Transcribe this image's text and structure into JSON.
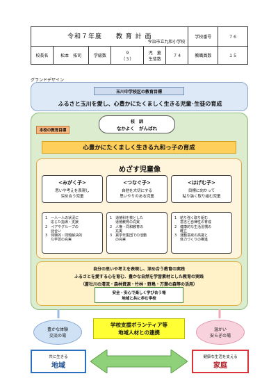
{
  "header": {
    "title": "令和７年度　　教 育 計 画",
    "school": "今治市立九和小学校",
    "school_no_label": "学校番号",
    "school_no": "７６",
    "principal_label": "校長名",
    "principal": "松本　拓司",
    "classes_label": "学級数",
    "classes": "９",
    "classes_sub": "（３）",
    "pupils_label": "児　童",
    "pupils_label2": "生徒数",
    "pupils": "７４",
    "teachers_label": "教職員数",
    "teachers": "１５"
  },
  "design": {
    "label": "グランドデザイン",
    "district_goal_label": "玉川中学校区の教育目標",
    "district_goal": "ふるさと玉川を愛し、心豊かにたくましく生きる児童･生徒の育成",
    "school_goal_label": "本校の教育目標",
    "motto_label": "校　訓",
    "motto": "なかよく　がんばれ",
    "school_goal": "心豊かにたくましく生きる九和っ子の育成",
    "ideal_title": "めざす児童像",
    "ideals": [
      {
        "title": "<みがく子>",
        "lines": [
          "思いや考えを表現し",
          "深め合う児童"
        ],
        "items": [
          "1　一人一人の状況に",
          "応じた指導・支援",
          "2　ペアやグループの",
          "話合い",
          "3　体験的・問題解決的",
          "な学習の充実"
        ]
      },
      {
        "title": "<つなぐ子>",
        "lines": [
          "自他を大切にする",
          "思いやりのある児童"
        ],
        "items": [
          "1　道徳科を核とした",
          "道徳教育の充実",
          "2　人権・同和教育の",
          "充実",
          "3　異学年集団での活動",
          "の充実"
        ]
      },
      {
        "title": "<はげむ子>",
        "lines": [
          "目標に向かって",
          "粘り強く取り組む児童"
        ],
        "items": [
          "1　粘り強く取り組む",
          "意志と自律性の育成",
          "2　健康的な生活習慣の",
          "確立",
          "3　運動意欲の高揚と",
          "体力づくりの推進"
        ]
      }
    ],
    "practice_lines": [
      "自分の思いや考えを表現し、深め合う教育の実践",
      "ふるさとを愛する心を育む、豊かな自然を学習素材とした教育の実践",
      "（蒼社川の清流・森林資源・竹林・野鳥・万葉の森等の活用）"
    ],
    "safe_lines": [
      "安全・安心で楽しく学び合う場",
      "地域と共に歩む学校"
    ],
    "volunteer_lines": [
      "学校支援ボランティア等",
      "地域人材との連携"
    ],
    "left_bubble": [
      "豊かな体験",
      "交流の場"
    ],
    "right_bubble": [
      "温かい",
      "安らぎの場"
    ],
    "community_sub": "共に生きる",
    "community": "地域",
    "home_sub": "健康な生活を支える",
    "home": "家庭"
  },
  "colors": {
    "green_frame": "#dbeccf",
    "district_bg": "#dde9f7",
    "goal_bar": "#ffcf5c",
    "label_orange": "#f6b77f",
    "practice_bg": "#fff1c8",
    "volunteer_yellow": "#ffff33",
    "community_blue": "#2a6fbe",
    "home_red": "#d9303a",
    "arrow_green": "#8fd07a"
  }
}
